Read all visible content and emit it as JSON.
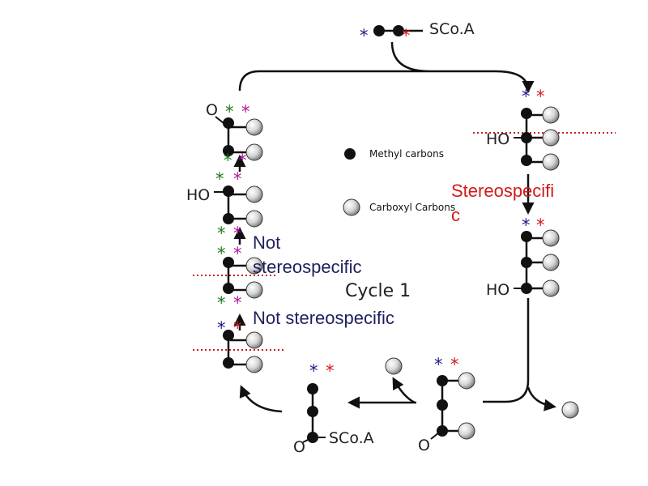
{
  "colors": {
    "navy": "#1a1a8c",
    "red": "#d11a1a",
    "green": "#1d7a1d",
    "magenta": "#b0179e",
    "note_text": "#1f1f5e",
    "dotted": "#c41e1e"
  },
  "glyphs": {
    "star": "*"
  },
  "labels": {
    "scoa_top": "SCo.A",
    "scoa_bottom": "SCo.A",
    "o_left_top": "O",
    "o_bottom_left": "O",
    "o_bottom_right": "O",
    "ho_left": "HO",
    "ho_right_top": "HO",
    "ho_right_bottom": "HO",
    "cycle": "Cycle 1"
  },
  "legend": {
    "methyl": "Methyl carbons",
    "carboxyl": "Carboxyl Carbons"
  },
  "annotations": {
    "stereo_line1": "Stereospecifi",
    "stereo_line2": "c",
    "not_stereo_line1": "Not",
    "not_stereo_line2": "stereospecific",
    "not_stereo_full": "Not stereospecific"
  }
}
